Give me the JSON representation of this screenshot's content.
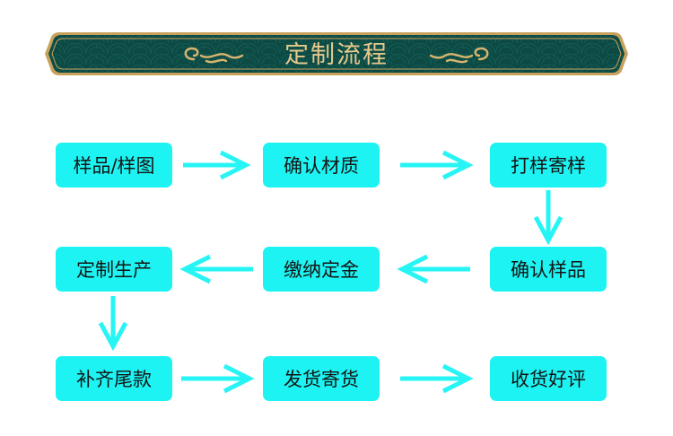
{
  "header": {
    "title": "定制流程"
  },
  "colors": {
    "box": "#1df3f2",
    "arrow": "#27f4f4",
    "banner_bg": "#0d4a44",
    "banner_gold": "#c8a25c",
    "title_text": "#e8c98a"
  },
  "icons": {
    "left_ornament": "cloud-scroll-icon",
    "right_ornament": "cloud-scroll-icon"
  },
  "flow": {
    "steps": [
      {
        "label": "样品/样图"
      },
      {
        "label": "确认材质"
      },
      {
        "label": "打样寄样"
      },
      {
        "label": "确认样品"
      },
      {
        "label": "缴纳定金"
      },
      {
        "label": "定制生产"
      },
      {
        "label": "补齐尾款"
      },
      {
        "label": "发货寄货"
      },
      {
        "label": "收货好评"
      }
    ]
  }
}
